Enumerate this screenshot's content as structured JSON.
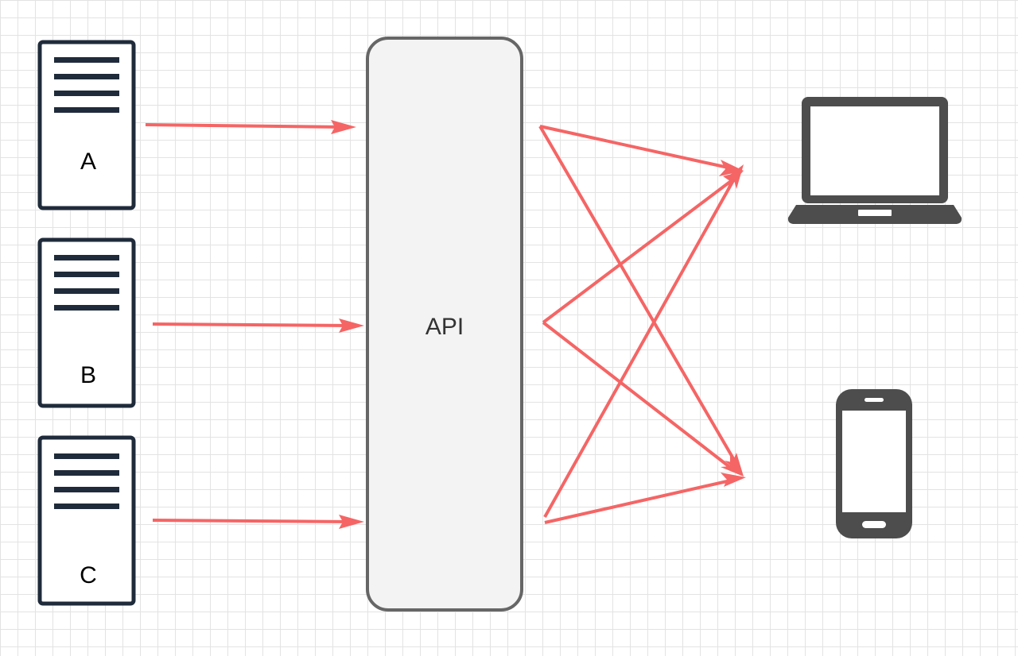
{
  "diagram": {
    "servers": [
      {
        "id": "A",
        "label": "A"
      },
      {
        "id": "B",
        "label": "B"
      },
      {
        "id": "C",
        "label": "C"
      }
    ],
    "api": {
      "label": "API"
    },
    "clients": [
      {
        "id": "laptop",
        "icon": "laptop-icon"
      },
      {
        "id": "phone",
        "icon": "smartphone-icon"
      }
    ],
    "connections": [
      {
        "from": "A",
        "to": "api"
      },
      {
        "from": "B",
        "to": "api"
      },
      {
        "from": "C",
        "to": "api"
      },
      {
        "from": "api",
        "to": "laptop"
      },
      {
        "from": "api",
        "to": "phone"
      }
    ]
  },
  "colors": {
    "arrow": "#f56565",
    "server_stroke": "#1f2b3a",
    "api_fill": "#f3f3f3",
    "api_stroke": "#666666",
    "device": "#4d4d4d",
    "grid": "#e3e3e3"
  }
}
